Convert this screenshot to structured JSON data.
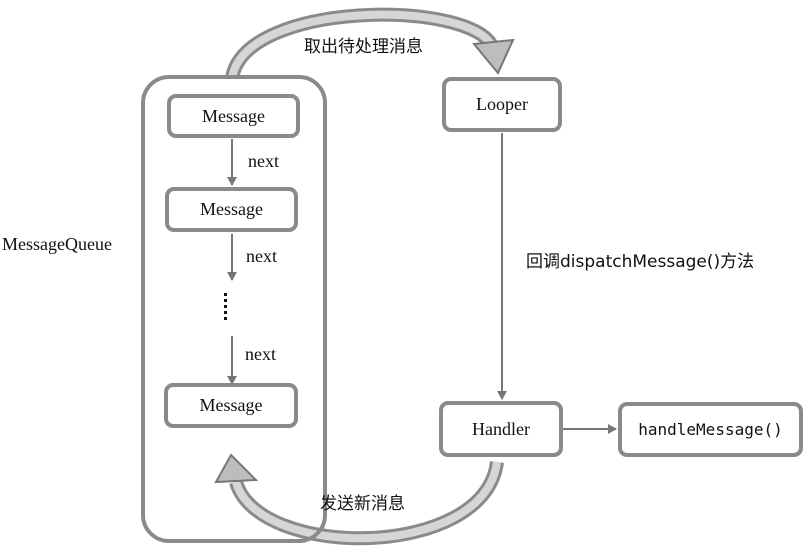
{
  "queue": {
    "label": "MessageQueue",
    "messages": [
      "Message",
      "Message",
      "Message"
    ],
    "next_labels": [
      "next",
      "next",
      "next"
    ]
  },
  "looper": {
    "label": "Looper"
  },
  "handler": {
    "label": "Handler"
  },
  "handle_message": {
    "label": "handleMessage()"
  },
  "edges": {
    "fetch": "取出待处理消息",
    "dispatch": "回调dispatchMessage()方法",
    "send": "发送新消息"
  }
}
